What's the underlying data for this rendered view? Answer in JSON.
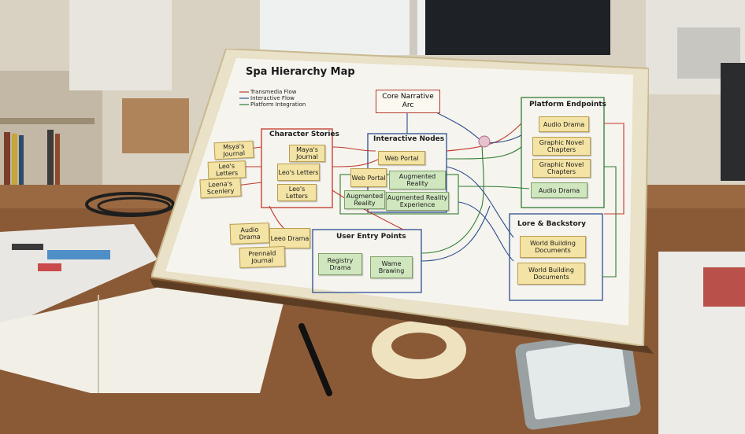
{
  "board": {
    "title": "Spa Hierarchy Map",
    "legend": [
      "Transmedia Flow",
      "Interactive Flow",
      "Platform Integration"
    ],
    "core": "Core Narrative Arc",
    "groups": {
      "character_stories": "Character Stories",
      "interactive_nodes": "Interactive Nodes",
      "platform_endpoints": "Platform Endpoints",
      "lore_backstory": "Lore & Backstory",
      "user_entry_points": "User Entry Points"
    },
    "notes": {
      "mayas_journal_left": "Msya's Journal",
      "leos_letters_left": "Leo's Letters",
      "leenas_scenery": "Leena's Scenlery",
      "mayas_journal": "Maya's Journal",
      "leos_letters_1": "Leo's Letters",
      "leos_letters_2": "Leo's Letters",
      "web_portal_top": "Web Portal",
      "web_portal": "Web Portal",
      "augmented_reality": "Augmented Reality",
      "augmented_reality_2": "Augmented Reality",
      "augmented_reality_experience": "Augmented Reality Experience",
      "audio_drama_top": "Audio Drama",
      "graphic_novel_1": "Graphic Novel Chapters",
      "graphic_novel_2": "Graphic Novel Chapters",
      "audio_drama_green": "Audio Drama",
      "audio_drama_left": "Audio Drama",
      "leeo_drama": "Leeo Drama",
      "prennald_journal": "Prennald Journal",
      "registry_drama": "Registry Drama",
      "wame_brawing": "Wame Brawing",
      "world_building_1": "World Building Documents",
      "world_building_2": "World Building Documents"
    }
  },
  "colors": {
    "red_line": "#c0392b",
    "blue_line": "#2c4f8f",
    "green_line": "#2e7d32",
    "sticky_yellow": "#f3e3a4",
    "sticky_green": "#cfe6bf"
  }
}
